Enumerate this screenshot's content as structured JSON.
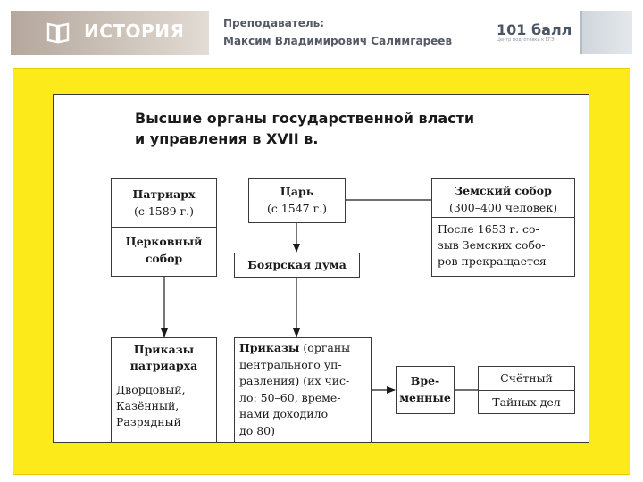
{
  "header": {
    "logo_text": "ИСТОРИЯ",
    "teacher_label": "Преподаватель:",
    "teacher_name": "Максим Владимирович Салимгареев",
    "brand": "101 балл",
    "brand_sub": "Центр подготовки к ЕГЭ",
    "colors": {
      "logo_bg": "#b5a79c",
      "text": "#555b66",
      "frame": "#fdea1a"
    }
  },
  "diagram": {
    "title_line1": "Высшие органы государственной власти",
    "title_line2": "и управления в XVII в.",
    "patriarch": {
      "name": "Патриарх",
      "date": "(с 1589 г.)",
      "sub1": "Церковный",
      "sub2": "собор"
    },
    "tsar": {
      "name": "Царь",
      "date": "(с 1547 г.)"
    },
    "zemsky": {
      "name": "Земский собор",
      "size": "(300–400 человек)",
      "note1": "После 1653 г. со-",
      "note2": "зыв Земских собо-",
      "note3": "ров прекращается"
    },
    "duma": "Боярская дума",
    "patriarch_prikazy": {
      "title1": "Приказы",
      "title2": "патриарха",
      "items": [
        "Дворцовый,",
        "Казённый,",
        "Разрядный"
      ]
    },
    "prikazy": {
      "bold": "Приказы",
      "l1_rest": " (органы",
      "l2": "центрального уп-",
      "l3": "равления) (их чис-",
      "l4": "ло: 50–60, време-",
      "l5": "нами доходило",
      "l6": "до 80)"
    },
    "temporary": {
      "l1": "Вре-",
      "l2": "менные"
    },
    "examples": {
      "l1": "Счётный",
      "l2": "Тайных дел"
    }
  }
}
